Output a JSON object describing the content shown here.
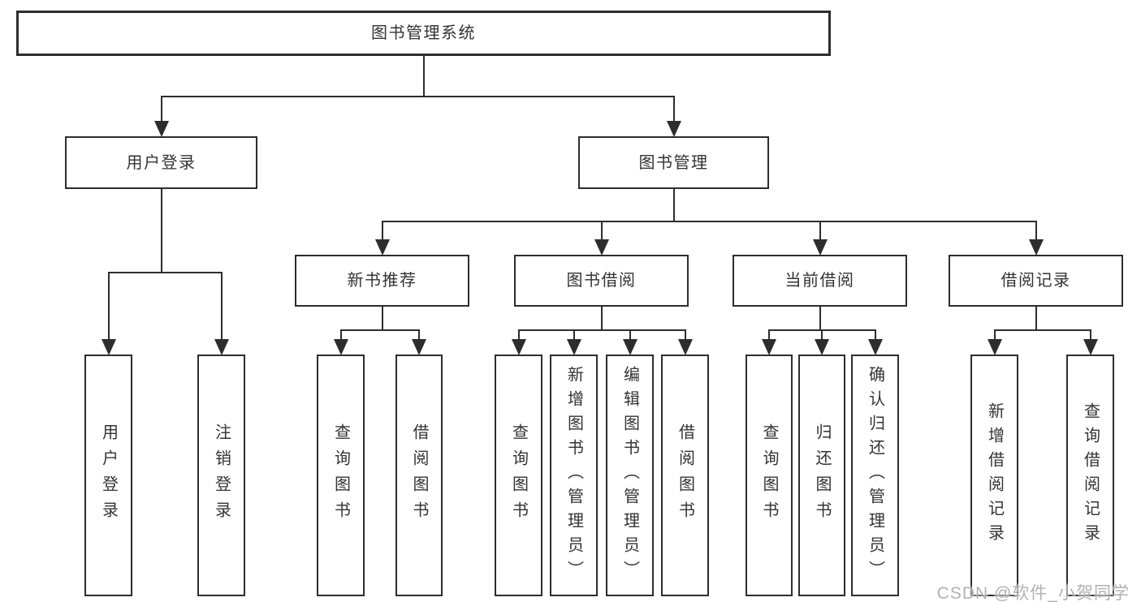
{
  "watermark": {
    "text": "CSDN @软件_小贺同学"
  },
  "colors": {
    "line": "#2d2d2d",
    "text": "#333333",
    "background": "#ffffff",
    "watermark": "#ababab"
  },
  "diagram": {
    "type": "hierarchy",
    "nodes": [
      {
        "id": "root",
        "label": "图书管理系统",
        "parent": null
      },
      {
        "id": "user-login",
        "label": "用户登录",
        "parent": "root"
      },
      {
        "id": "book-mgmt",
        "label": "图书管理",
        "parent": "root"
      },
      {
        "id": "login",
        "label": "用户登录",
        "parent": "user-login"
      },
      {
        "id": "logout",
        "label": "注销登录",
        "parent": "user-login"
      },
      {
        "id": "new-book-rec",
        "label": "新书推荐",
        "parent": "book-mgmt"
      },
      {
        "id": "book-borrow",
        "label": "图书借阅",
        "parent": "book-mgmt"
      },
      {
        "id": "current-borrow",
        "label": "当前借阅",
        "parent": "book-mgmt"
      },
      {
        "id": "borrow-records",
        "label": "借阅记录",
        "parent": "book-mgmt"
      },
      {
        "id": "rec-query-book",
        "label": "查询图书",
        "parent": "new-book-rec"
      },
      {
        "id": "rec-borrow-book",
        "label": "借阅图书",
        "parent": "new-book-rec"
      },
      {
        "id": "bb-query-book",
        "label": "查询图书",
        "parent": "book-borrow"
      },
      {
        "id": "bb-add-book",
        "label": "新增图书（管理员）",
        "parent": "book-borrow"
      },
      {
        "id": "bb-edit-book",
        "label": "编辑图书（管理员）",
        "parent": "book-borrow"
      },
      {
        "id": "bb-borrow-book",
        "label": "借阅图书",
        "parent": "book-borrow"
      },
      {
        "id": "cb-query-book",
        "label": "查询图书",
        "parent": "current-borrow"
      },
      {
        "id": "cb-return-book",
        "label": "归还图书",
        "parent": "current-borrow"
      },
      {
        "id": "cb-confirm-return",
        "label": "确认归还（管理员）",
        "parent": "current-borrow"
      },
      {
        "id": "br-add-record",
        "label": "新增借阅记录",
        "parent": "borrow-records"
      },
      {
        "id": "br-query-record",
        "label": "查询借阅记录",
        "parent": "borrow-records"
      }
    ]
  }
}
